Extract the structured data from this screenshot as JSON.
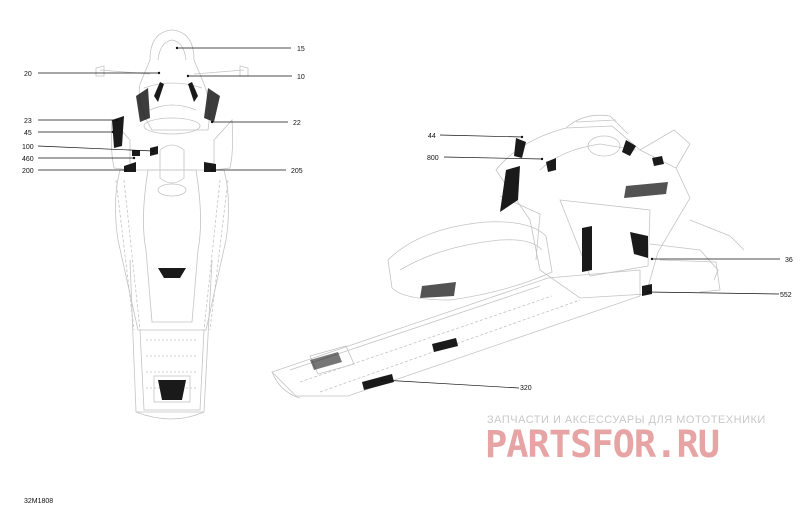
{
  "diagram": {
    "code": "32M1808",
    "callouts": [
      "15",
      "10",
      "20",
      "22",
      "23",
      "45",
      "100",
      "460",
      "200",
      "205",
      "44",
      "800",
      "36",
      "552",
      "320"
    ]
  },
  "watermark": {
    "subtitle": "ЗАПЧАСТИ И АКСЕССУАРЫ ДЛЯ МОТОТЕХНИКИ",
    "brand": "PARTSFOR.RU",
    "color": "#e7a4a4"
  },
  "colors": {
    "line": "#111111",
    "sketch": "#c4c4c4",
    "decal": "#1a1a1a"
  }
}
